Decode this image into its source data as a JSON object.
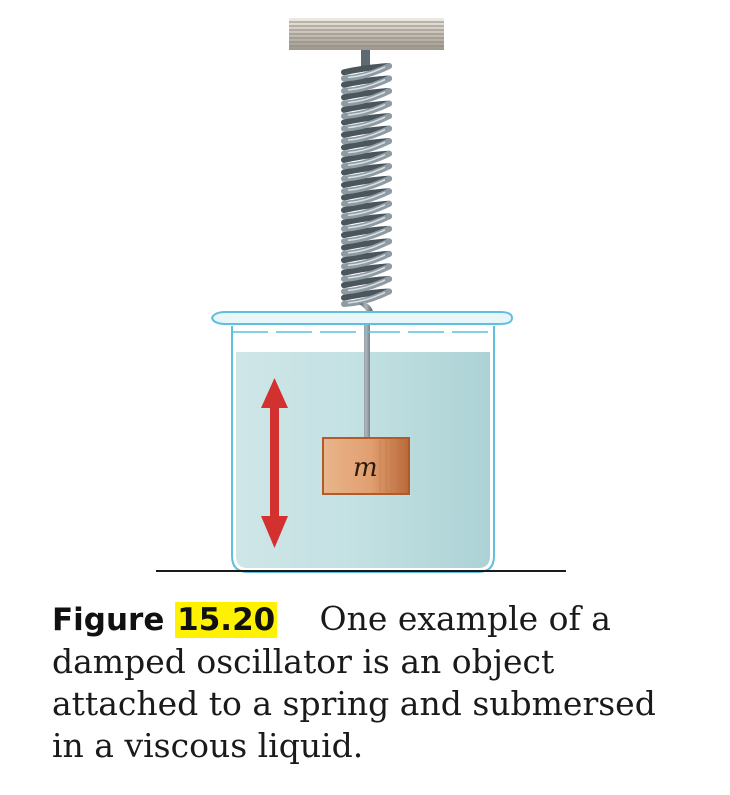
{
  "diagram": {
    "mass_label": "m",
    "colors": {
      "liquid": "#bcdde0",
      "beaker_outline": "#5fc0dd",
      "mass_fill": "#dc9a6e",
      "mass_border": "#b25a28",
      "arrow": "#d33030",
      "spring": "#6e7b83",
      "ceiling": "#d8d2c8"
    },
    "icons": [
      "ceiling-support",
      "spring-icon",
      "beaker-icon",
      "double-arrow-icon",
      "mass-block"
    ]
  },
  "caption": {
    "label": "Figure",
    "number": "15.20",
    "lines": [
      "One example of a",
      "damped oscillator is an object",
      "attached to a spring and submersed",
      "in a viscous liquid."
    ]
  }
}
